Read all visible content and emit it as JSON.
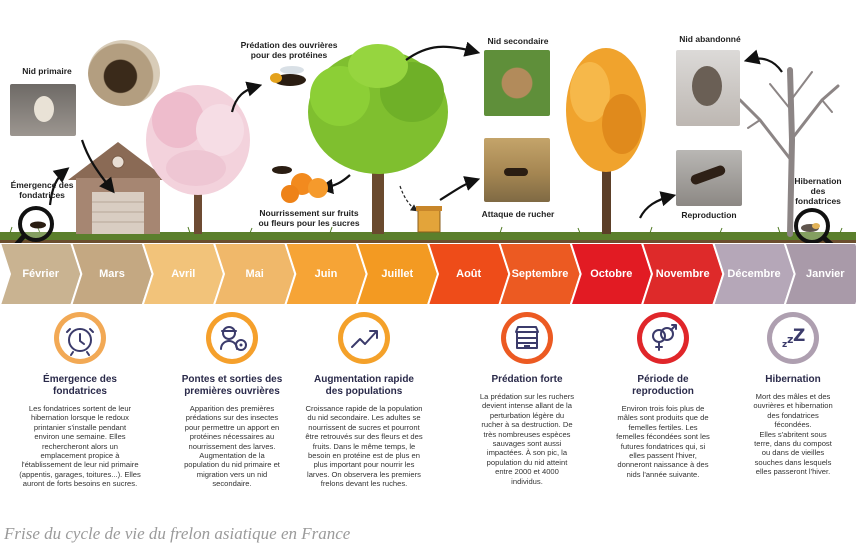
{
  "labels": {
    "nid_primaire": "Nid primaire",
    "emergence_top": [
      "Émergence des",
      "fondatrices"
    ],
    "predation_ouvrieres": [
      "Prédation des ouvrières",
      "pour des protéines"
    ],
    "nourrissement": [
      "Nourrissement sur fruits",
      "ou fleurs pour les sucres"
    ],
    "nid_secondaire": "Nid secondaire",
    "attaque_rucher": "Attaque de rucher",
    "nid_abandonne": "Nid abandonné",
    "reproduction": "Reproduction",
    "hibernation_top": [
      "Hibernation",
      "des",
      "fondatrices"
    ]
  },
  "months": [
    {
      "name": "Février",
      "color": "#c9b391"
    },
    {
      "name": "Mars",
      "color": "#c4a882"
    },
    {
      "name": "Avril",
      "color": "#f2c37a"
    },
    {
      "name": "Mai",
      "color": "#f0b86a"
    },
    {
      "name": "Juin",
      "color": "#f6a436"
    },
    {
      "name": "Juillet",
      "color": "#f39a22"
    },
    {
      "name": "Août",
      "color": "#ee4c19"
    },
    {
      "name": "Septembre",
      "color": "#ec5a22"
    },
    {
      "name": "Octobre",
      "color": "#e21b23"
    },
    {
      "name": "Novembre",
      "color": "#de2a2a"
    },
    {
      "name": "Décembre",
      "color": "#b5a7b8"
    },
    {
      "name": "Janvier",
      "color": "#a99aa9"
    }
  ],
  "columns": [
    {
      "icon": "alarm-clock-icon",
      "ring": "#f2a955",
      "title": [
        "Émergence des",
        "fondatrices"
      ],
      "text": [
        "Les fondatrices sortent de leur",
        "hibernation lorsque le redoux",
        "printanier s'installe pendant",
        "environ une semaine. Elles",
        "rechercheront alors un",
        "emplacement propice à",
        "l'établissement de leur nid primaire",
        "(appentis, garages, toitures...). Elles",
        "auront de forts besoins en sucres."
      ]
    },
    {
      "icon": "worker-gears-icon",
      "ring": "#f5a02c",
      "title": [
        "Pontes et sorties des",
        "premières ouvrières"
      ],
      "text": [
        "Apparition des premières",
        "prédations sur des insectes",
        "pour permettre un apport en",
        "protéines nécessaires au",
        "nourrissement des larves.",
        "Augmentation de la",
        "population du nid primaire et",
        "migration vers un nid",
        "secondaire."
      ]
    },
    {
      "icon": "growth-arrow-icon",
      "ring": "#f4a12a",
      "title": [
        "Augmentation rapide",
        "des populations"
      ],
      "text": [
        "Croissance rapide de la population",
        "du nid secondaire. Les adultes se",
        "nourrissent de sucres et pourront",
        "être retrouvés sur des fleurs et des",
        "fruits. Dans le même temps, le",
        "besoin en protéine est de plus en",
        "plus important pour nourrir les",
        "larves. On observera les premiers",
        "frelons devant les ruches."
      ]
    },
    {
      "icon": "beehive-icon",
      "ring": "#ec5a22",
      "title": [
        "Prédation forte"
      ],
      "text": [
        "La prédation sur les ruchers",
        "devient intense allant de la",
        "perturbation légère du",
        "rucher à sa destruction. De",
        "très nombreuses espèces",
        "sauvages sont aussi",
        "impactées. À son pic, la",
        "population du nid atteint",
        "entre 2000 et 4000",
        "individus."
      ]
    },
    {
      "icon": "gender-symbols-icon",
      "ring": "#e0262a",
      "title": [
        "Période de",
        "reproduction"
      ],
      "text": [
        "Environ trois fois plus de",
        "mâles sont produits que de",
        "femelles fertiles. Les",
        "femelles fécondées sont les",
        "futures fondatrices qui, si",
        "elles passent l'hiver,",
        "donneront naissance à des",
        "nids l'année suivante."
      ]
    },
    {
      "icon": "sleep-zzz-icon",
      "ring": "#ae9fb0",
      "title": [
        "Hibernation"
      ],
      "text": [
        "Mort des mâles et des",
        "ouvrières et hibernation",
        "des fondatrices",
        "fécondées.",
        "Elles s'abritent sous",
        "terre, dans du compost",
        "ou dans de vieilles",
        "souches dans lesquels",
        "elles passeront l'hiver."
      ]
    }
  ],
  "caption": "Frise du cycle de vie du frelon asiatique en France"
}
